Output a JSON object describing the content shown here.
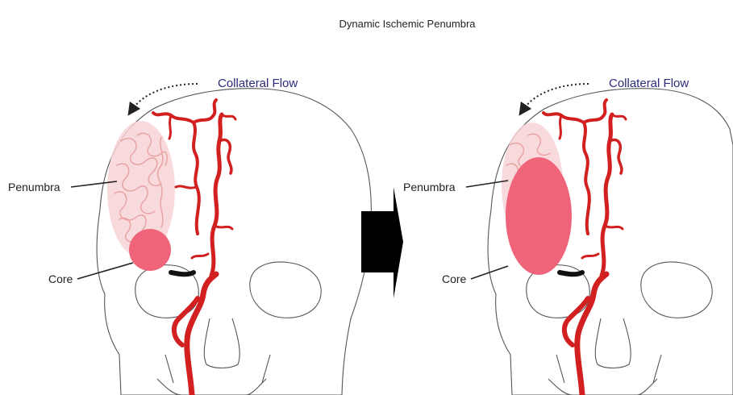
{
  "title": "Dynamic Ischemic Penumbra",
  "colors": {
    "vessel": "#d21f1f",
    "penumbra": "#f7d3d6",
    "core": "#f0647a",
    "flow_label": "#2b2b7a",
    "arrow": "#000000"
  },
  "panels": [
    {
      "collateral_label": "Collateral Flow",
      "penumbra_label": "Penumbra",
      "core_label": "Core"
    },
    {
      "collateral_label": "Collateral Flow",
      "penumbra_label": "Penumbra",
      "core_label": "Core"
    }
  ],
  "transition_arrow_icon": "right-block-arrow-icon"
}
